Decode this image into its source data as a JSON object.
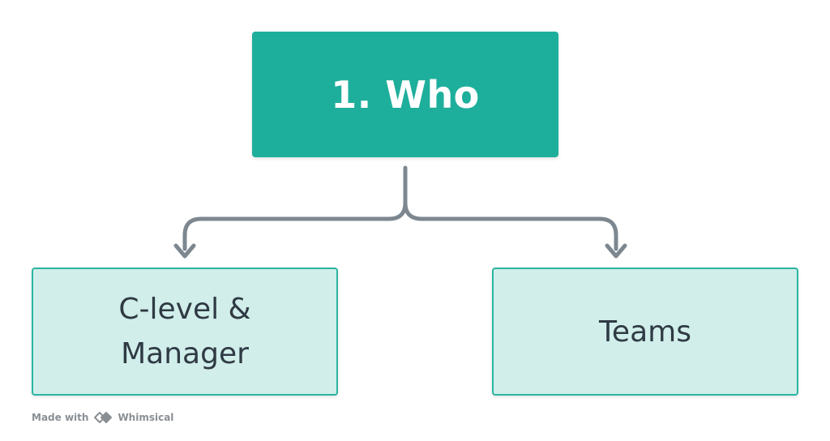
{
  "diagram": {
    "root": {
      "label": "1. Who"
    },
    "children": [
      {
        "label": "C-level &\nManager"
      },
      {
        "label": "Teams"
      }
    ]
  },
  "footer": {
    "made_with": "Made with",
    "brand": "Whimsical"
  },
  "colors": {
    "root_fill": "#1eaf9c",
    "child_fill": "#d1eeea",
    "child_border": "#2bb5a1",
    "connector": "#7d8790",
    "text_dark": "#2f3a44"
  }
}
